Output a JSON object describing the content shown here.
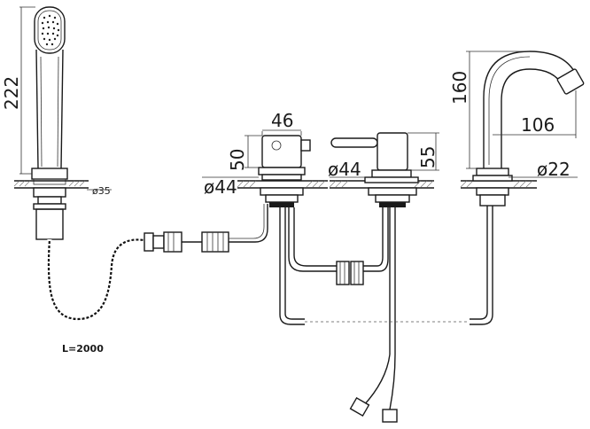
{
  "dimensions": {
    "handshower_height": "222",
    "handshower_hole": "ø35",
    "hose_length": "L=2000",
    "valve_width": "46",
    "valve_height": "50",
    "valve_diameter": "ø44",
    "mixer_diameter": "ø44",
    "mixer_height": "55",
    "spout_height": "160",
    "spout_reach": "106",
    "spout_diameter": "ø22"
  }
}
